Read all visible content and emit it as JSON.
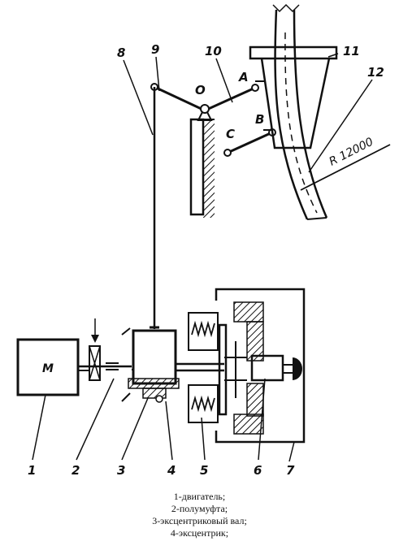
{
  "labels": {
    "motor": "M",
    "radius": "R 12000",
    "points": {
      "O": "O",
      "A": "A",
      "B": "B",
      "C": "C"
    },
    "parts": [
      "1",
      "2",
      "3",
      "4",
      "5",
      "6",
      "7",
      "8",
      "9",
      "10",
      "11",
      "12"
    ]
  },
  "legend": [
    "1-двигатель;",
    "2-полумуфта;",
    "3-эксцентриковый вал;",
    "4-эксцентрик;"
  ]
}
